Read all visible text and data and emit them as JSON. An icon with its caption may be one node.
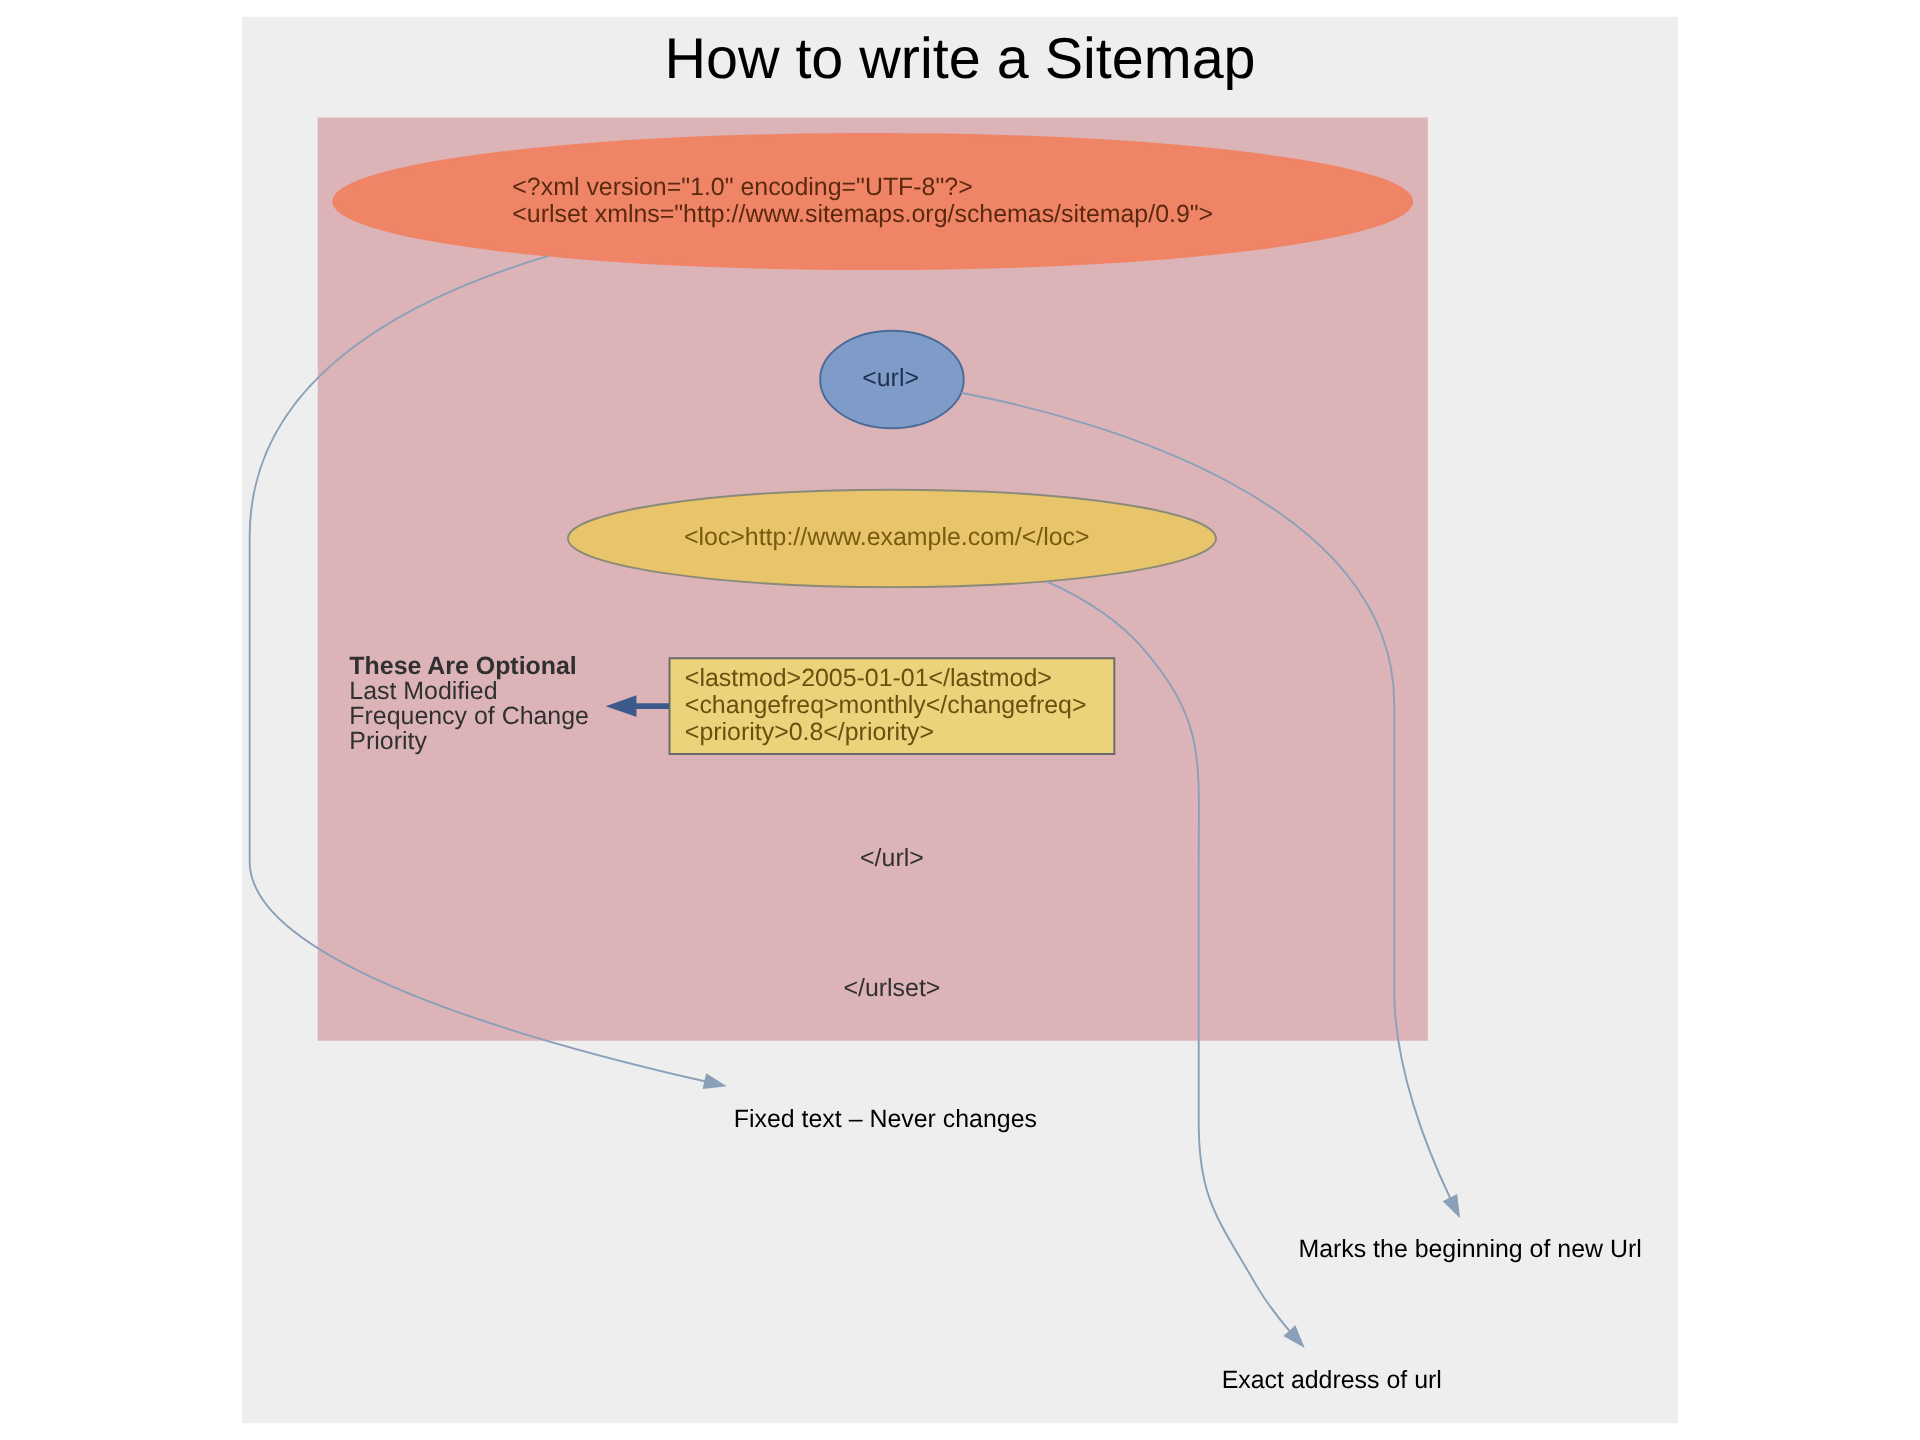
{
  "diagram": {
    "title": "How to write a Sitemap",
    "nodes": [
      {
        "text": [],
        "shape": "box"
      },
      {
        "text": [
          "<?xml version=\"1.0\" encoding=\"UTF-8\"?>",
          "<urlset xmlns=\"http://www.sitemaps.org/schemas/sitemap/0.9\">"
        ],
        "in": 0
      },
      {
        "text": [
          "<url>"
        ],
        "in": 0
      },
      {
        "text": [
          "<loc>http://www.example.com/</loc>"
        ],
        "in": 0
      },
      {
        "text": [
          "<lastmod>2005-01-01</lastmod>",
          "<changefreq>monthly</changefreq>",
          "<priority>0.8</priority>"
        ],
        "in": 0
      },
      {
        "text": [
          "These Are Optional",
          "Last Modified",
          "Frequency of Change",
          "Priority"
        ],
        "in": 0
      },
      {
        "text": [
          "Fixed text – Never changes"
        ]
      },
      {
        "text": [
          "Marks the beginning of new Url"
        ]
      },
      {
        "text": [
          "Exact address of url"
        ]
      }
    ],
    "edges": [
      {
        "from": 4,
        "to": 5,
        "arrow": "to",
        "style": "thick",
        "color": "#3c5a8c"
      },
      {
        "from": 1,
        "to": 6,
        "arrow": "to"
      },
      {
        "from": 2,
        "to": 7,
        "arrow": "to"
      },
      {
        "from": 3,
        "to": 8,
        "arrow": "to"
      }
    ],
    "labels": [
      "</url>",
      "</urlset>"
    ]
  }
}
